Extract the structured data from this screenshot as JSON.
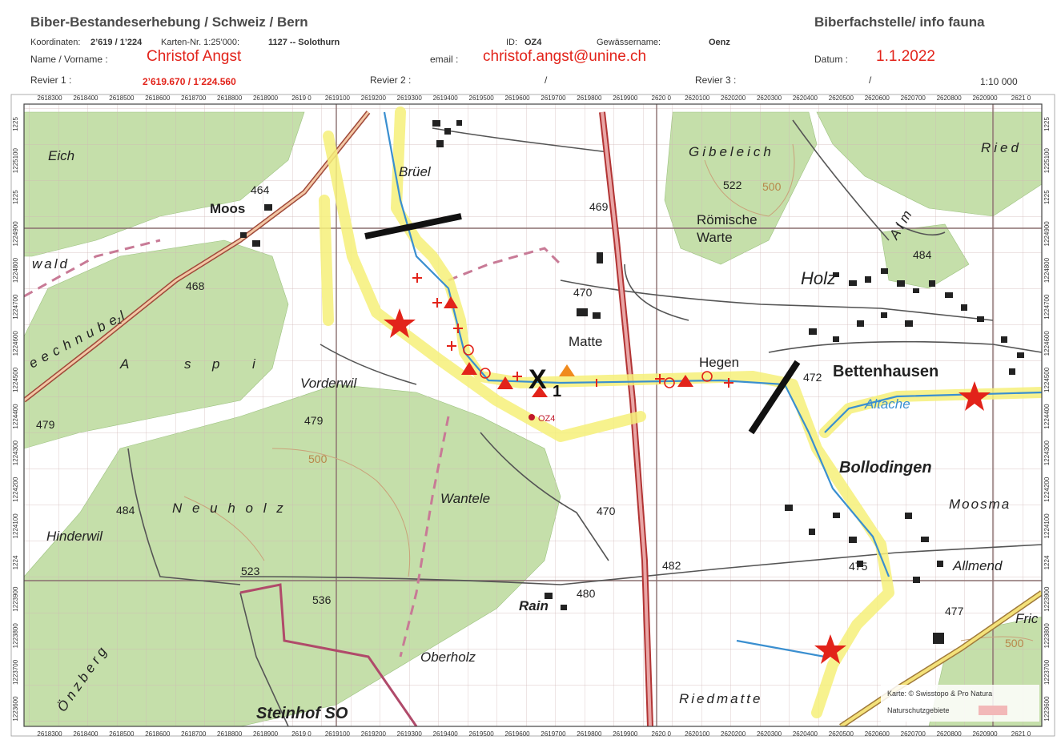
{
  "header": {
    "title": "Biber-Bestandeserhebung / Schweiz / Bern",
    "org": "Biberfachstelle/ info fauna",
    "koord_label": "Koordinaten:",
    "koord_value": "2’619 / 1’224",
    "karte_label": "Karten-Nr. 1:25'000:",
    "karte_value": "1127 -- Solothurn",
    "id_label": "ID:",
    "id_value": "OZ4",
    "gew_label": "Gewässername:",
    "gew_value": "Oenz",
    "name_label": "Name / Vorname :",
    "name_value": "Christof Angst",
    "email_label": "email :",
    "email_value": "christof.angst@unine.ch",
    "datum_label": "Datum :",
    "datum_value": "1.1.2022",
    "revier1_label": "Revier 1 :",
    "revier1_value": "2’619.670 / 1’224.560",
    "revier2_label": "Revier 2 :",
    "revier2_value": "/",
    "revier3_label": "Revier 3 :",
    "revier3_value": "/",
    "scale": "1:10 000"
  },
  "x_ticks": [
    "2618300",
    "2618400",
    "2618500",
    "2618600",
    "2618700",
    "2618800",
    "2618900",
    "2619 0",
    "2619100",
    "2619200",
    "2619300",
    "2619400",
    "2619500",
    "2619600",
    "2619700",
    "2619800",
    "2619900",
    "2620 0",
    "2620100",
    "2620200",
    "2620300",
    "2620400",
    "2620500",
    "2620600",
    "2620700",
    "2620800",
    "2620900",
    "2621 0"
  ],
  "y_ticks": [
    "1225",
    "1225100",
    "1225",
    "1224900",
    "1224800",
    "1224700",
    "1224600",
    "1224500",
    "1224400",
    "1224300",
    "1224200",
    "1224100",
    "1224",
    "1223900",
    "1223800",
    "1223700",
    "1223600"
  ],
  "marker": {
    "label": "X",
    "sub": "1",
    "site": "OZ4"
  },
  "places": {
    "eich": "Eich",
    "moos": "Moos",
    "bruel": "Brüel",
    "gibeleich": "Gibeleich",
    "ried": "Ried",
    "wald": "wald",
    "roemische": "Römische",
    "warte": "Warte",
    "holz": "Holz",
    "aspi_a": "A",
    "aspi_s": "s",
    "aspi_p": "p",
    "aspi_i": "i",
    "vorderwil": "Vorderwil",
    "matte": "Matte",
    "hegen": "Hegen",
    "bettenhausen": "Bettenhausen",
    "altache": "Altache",
    "bollodingen": "Bollodingen",
    "moosma": "Moosma",
    "neuholz": "N e u h o l z",
    "wantele": "Wantele",
    "hinderwil": "Hinderwil",
    "allmend": "Allmend",
    "rain": "Rain",
    "oberholz": "Oberholz",
    "fric": "Fric",
    "riedmatte": "Riedmatte",
    "steinhof": "Steinhof SO",
    "eechnubel": "e e c h n u b e l",
    "onzberg": "Ö n z b e r g",
    "alm": "A l m"
  },
  "elevations": {
    "e464": "464",
    "e468": "468",
    "e469": "469",
    "e522": "522",
    "e484a": "484",
    "e470a": "470",
    "e472": "472",
    "e479a": "479",
    "e479b": "479",
    "e484b": "484",
    "e470b": "470",
    "e482": "482",
    "e523": "523",
    "e536": "536",
    "e480": "480",
    "e475": "475",
    "e477": "477",
    "c500a": "500",
    "c500b": "500",
    "c500c": "500",
    "road1": "1"
  },
  "credit": {
    "karte": "Karte: © Swisstopo & Pro Natura",
    "legend": "Naturschutzgebiete"
  },
  "colors": {
    "forest": "#c5dfaa",
    "river": "#3a8fd0",
    "highlight": "#f6f07a",
    "marker_red": "#e2231a",
    "marker_orange": "#f08a1d",
    "grid": "#8a6f6f",
    "reserve": "#c87a96"
  }
}
